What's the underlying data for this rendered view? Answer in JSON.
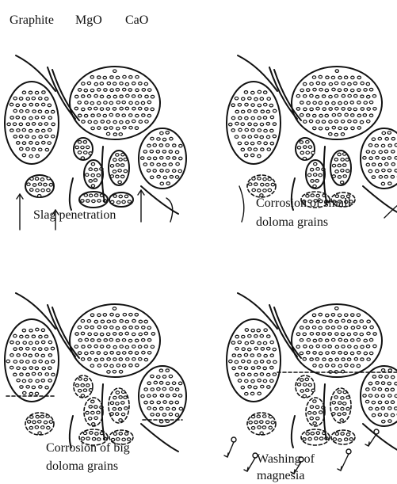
{
  "header": {
    "graphite": "Graphite",
    "mgo": "MgO",
    "cao": "CaO"
  },
  "panels": [
    {
      "caption": [
        "Slag penetration"
      ]
    },
    {
      "caption": [
        "Corrosion of small",
        "doloma grains"
      ]
    },
    {
      "caption": [
        "Corrosion of big",
        "doloma grains"
      ]
    },
    {
      "caption": [
        "Washing of",
        "magnesia"
      ]
    }
  ]
}
